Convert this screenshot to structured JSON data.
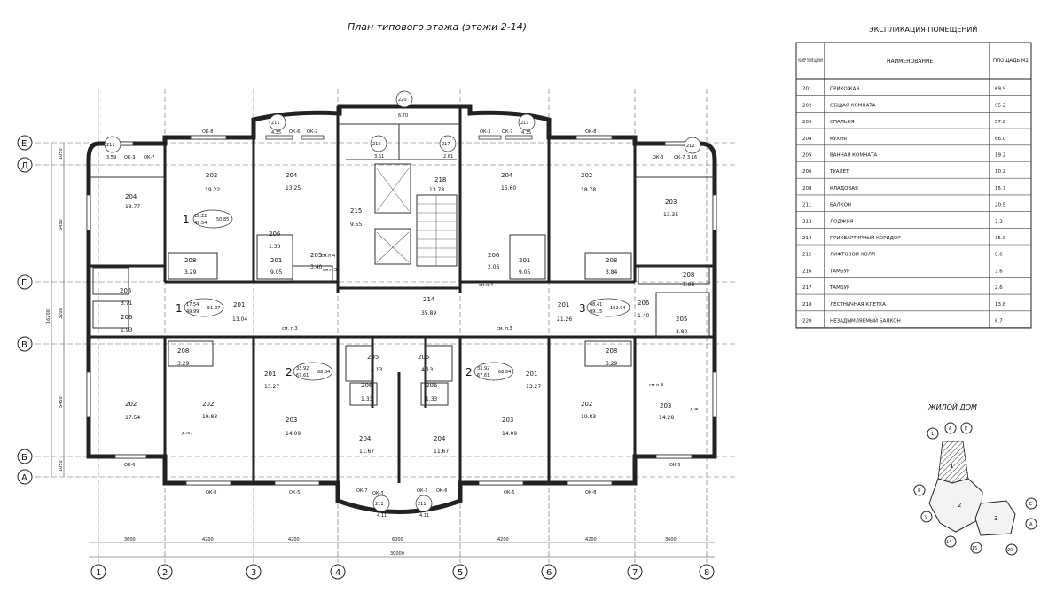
{
  "plan_title": "План типового этажа (этажи 2-14)",
  "legend_title": "ЭКСПЛИКАЦИЯ ПОМЕЩЕНИЙ",
  "table": {
    "headers": [
      "НОМЕР ПОМЕ-ЩЕНИЯ",
      "НАИМЕНОВАНИЕ",
      "ПЛОЩАДЬ М2"
    ],
    "rows": [
      {
        "num": "201",
        "name": "ПРИХОЖАЯ",
        "area": "69.9"
      },
      {
        "num": "202",
        "name": "ОБЩАЯ КОМНАТА",
        "area": "95.2"
      },
      {
        "num": "203",
        "name": "СПАЛЬНЯ",
        "area": "57.8"
      },
      {
        "num": "204",
        "name": "КУХНЯ",
        "area": "66.0"
      },
      {
        "num": "205",
        "name": "ВАННАЯ КОМНАТА",
        "area": "19.2"
      },
      {
        "num": "206",
        "name": "ТУАЛЕТ",
        "area": "10.2"
      },
      {
        "num": "208",
        "name": "КЛАДОВАЯ",
        "area": "15.7"
      },
      {
        "num": "211",
        "name": "БАЛКОН",
        "area": "20.5"
      },
      {
        "num": "212",
        "name": "ЛОДЖИЯ",
        "area": "3.2"
      },
      {
        "num": "214",
        "name": "ПРИКВАРТИРНЫЙ КОРИДОР",
        "area": "35.9"
      },
      {
        "num": "215",
        "name": "ЛИФТОВОЙ ХОЛЛ",
        "area": "9.6"
      },
      {
        "num": "216",
        "name": "ТАМБУР",
        "area": "3.6"
      },
      {
        "num": "217",
        "name": "ТАМБУР",
        "area": "2.6"
      },
      {
        "num": "218",
        "name": "ЛЕСТНИЧНАЯ КЛЕТКА",
        "area": "13.8"
      },
      {
        "num": "220",
        "name": "НЕЗАДЫМЛЯЕМЫЙ БАЛКОН",
        "area": "6.7"
      }
    ]
  },
  "house": {
    "title": "ЖИЛОЙ ДОМ",
    "sections": [
      "1",
      "2",
      "3"
    ],
    "axes": [
      "1",
      "А",
      "Е",
      "8",
      "9",
      "14",
      "15",
      "20",
      "Е",
      "А"
    ]
  },
  "axes_rows": [
    "Е",
    "Д",
    "Г",
    "В",
    "Б",
    "А"
  ],
  "axes_cols": [
    "1",
    "2",
    "3",
    "4",
    "5",
    "6",
    "7",
    "8"
  ],
  "dims_bottom": [
    "3600",
    "4200",
    "4200",
    "6000",
    "4200",
    "4200",
    "3600"
  ],
  "dim_total": "30000",
  "dims_left": [
    "1050",
    "5450",
    "3200",
    "5450",
    "1050"
  ],
  "dim_left_total": "16200",
  "apartments": [
    {
      "num": "1",
      "l1": "19.22",
      "l2": "49.54",
      "tot": "50.85"
    },
    {
      "num": "1",
      "l1": "17.54",
      "l2": "49.99",
      "tot": "51.07"
    },
    {
      "num": "2",
      "l1": "33.92",
      "l2": "67.61",
      "tot": "68.84"
    },
    {
      "num": "2",
      "l1": "33.92",
      "l2": "67.61",
      "tot": "68.84"
    },
    {
      "num": "3",
      "l1": "48.41",
      "l2": "99.15",
      "tot": "102.04"
    }
  ],
  "rooms": [
    {
      "n": "204",
      "a": "13.77"
    },
    {
      "n": "202",
      "a": "19.22"
    },
    {
      "n": "204",
      "a": "13.25"
    },
    {
      "n": "215",
      "a": "9.55"
    },
    {
      "n": "218",
      "a": "13.78"
    },
    {
      "n": "204",
      "a": "15.60"
    },
    {
      "n": "202",
      "a": "18.78"
    },
    {
      "n": "203",
      "a": "13.35"
    },
    {
      "n": "205",
      "a": "3.71"
    },
    {
      "n": "206",
      "a": "1.93"
    },
    {
      "n": "208",
      "a": "3.29"
    },
    {
      "n": "206",
      "a": "1.33"
    },
    {
      "n": "201",
      "a": "9.05"
    },
    {
      "n": "205",
      "a": "3.40"
    },
    {
      "n": "214",
      "a": "35.89"
    },
    {
      "n": "201",
      "a": "13.04"
    },
    {
      "n": "201",
      "a": "21.26"
    },
    {
      "n": "206",
      "a": "2.06"
    },
    {
      "n": "201",
      "a": "9.05"
    },
    {
      "n": "208",
      "a": "3.84"
    },
    {
      "n": "208",
      "a": "1.98"
    },
    {
      "n": "206",
      "a": "1.40"
    },
    {
      "n": "205",
      "a": "3.80"
    },
    {
      "n": "208",
      "a": "3.29"
    },
    {
      "n": "201",
      "a": "13.27"
    },
    {
      "n": "205",
      "a": "4.13"
    },
    {
      "n": "205",
      "a": "4.13"
    },
    {
      "n": "201",
      "a": "13.27"
    },
    {
      "n": "208",
      "a": "3.29"
    },
    {
      "n": "202",
      "a": "17.54"
    },
    {
      "n": "202",
      "a": "19.83"
    },
    {
      "n": "203",
      "a": "14.09"
    },
    {
      "n": "206",
      "a": "1.33"
    },
    {
      "n": "206",
      "a": "1.33"
    },
    {
      "n": "203",
      "a": "14.09"
    },
    {
      "n": "202",
      "a": "19.83"
    },
    {
      "n": "203",
      "a": "14.28"
    },
    {
      "n": "204",
      "a": "11.67"
    },
    {
      "n": "204",
      "a": "11.67"
    },
    {
      "n": "211",
      "a": "3.59"
    },
    {
      "n": "211",
      "a": "4.35"
    },
    {
      "n": "220",
      "a": "6.70"
    },
    {
      "n": "211",
      "a": "4.35"
    },
    {
      "n": "212",
      "a": "3.16"
    },
    {
      "n": "216",
      "a": "3.61"
    },
    {
      "n": "217",
      "a": "2.61"
    },
    {
      "n": "211",
      "a": "4.11"
    },
    {
      "n": "211",
      "a": "4.11"
    }
  ],
  "notes": {
    "ok8": "ОК-8",
    "ok6": "ОК-6",
    "ok2": "ОК-2",
    "ok3": "ОК-3",
    "ok7": "ОК-7",
    "ok5": "ОК-5",
    "smp3": "см. п.3",
    "smp4": "см.п.4",
    "smp5": "см.п.5",
    "dj": "д.ж."
  }
}
